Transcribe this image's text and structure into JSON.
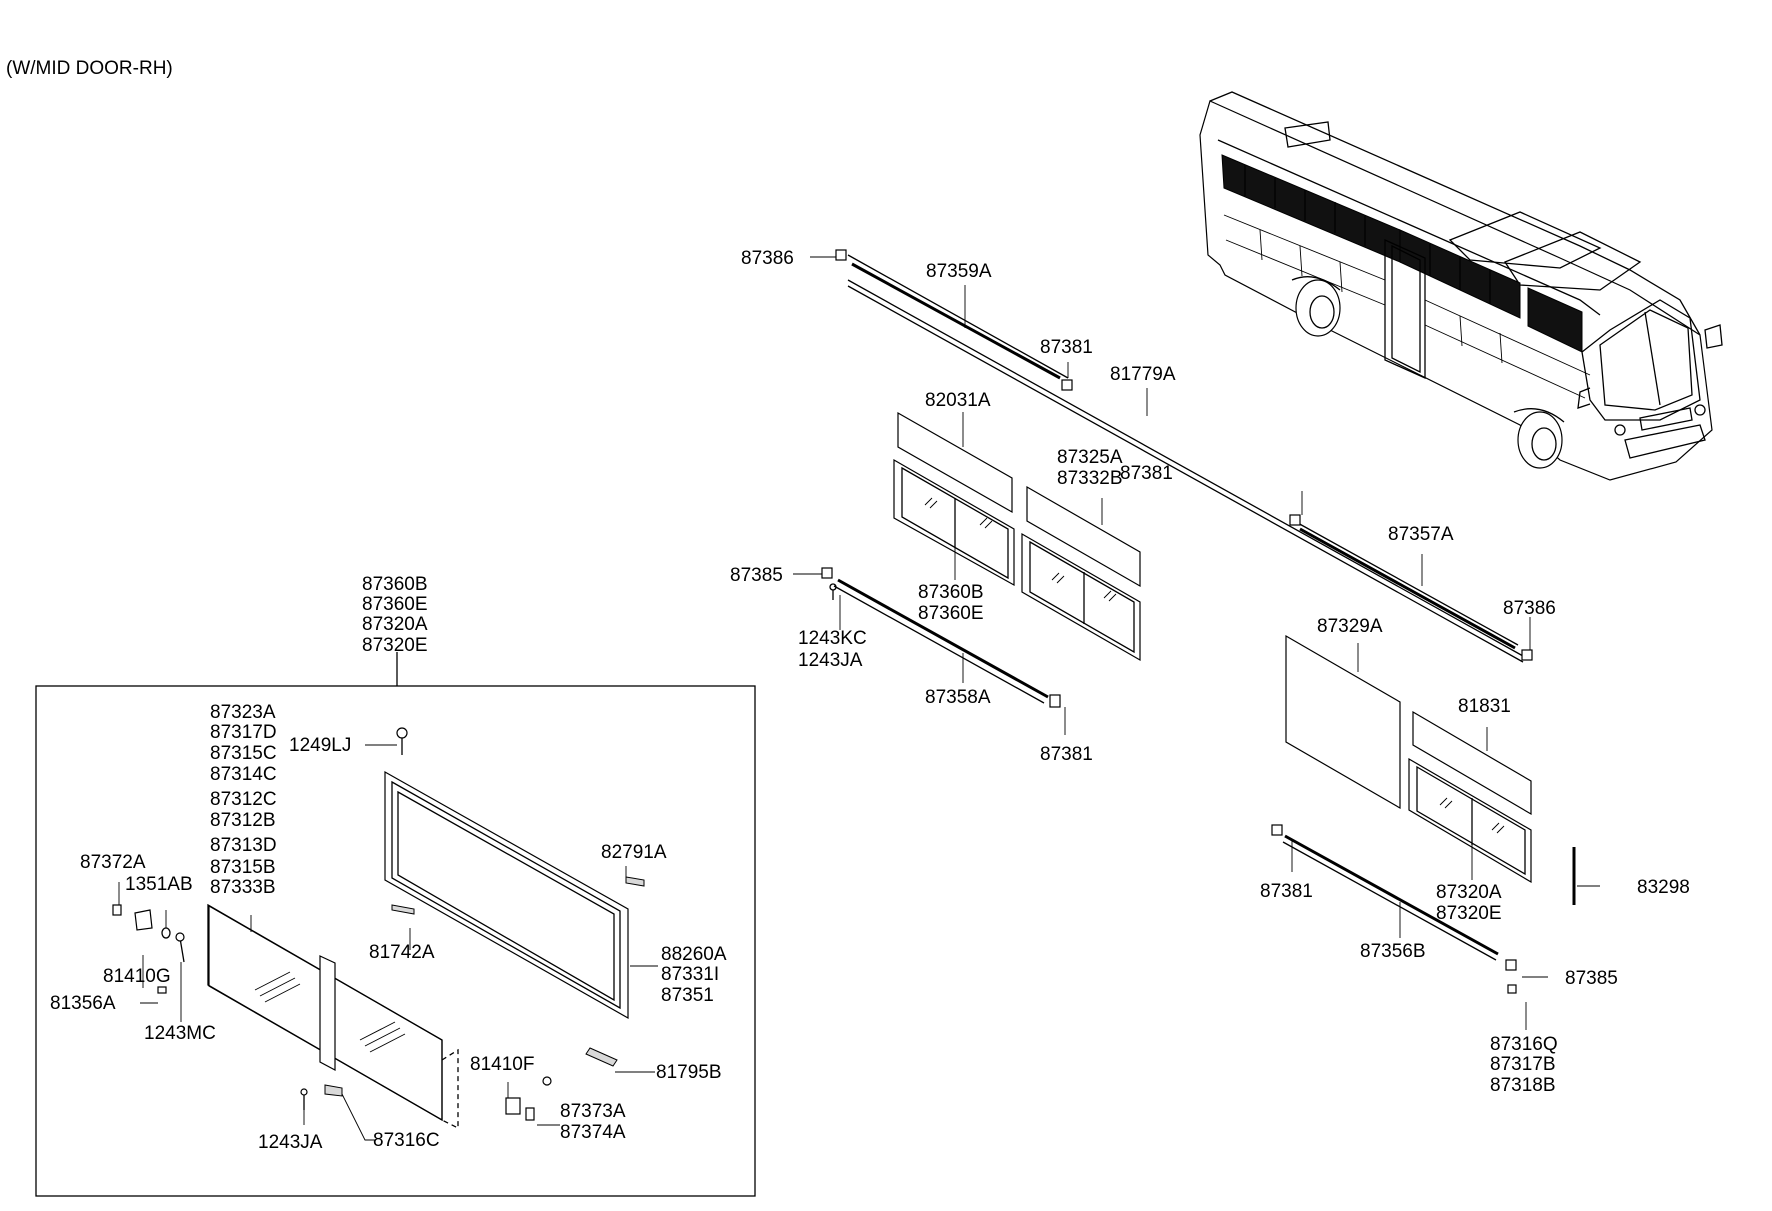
{
  "header": {
    "note": "(W/MID DOOR-RH)"
  },
  "labels": {
    "l87386a": "87386",
    "l87359A": "87359A",
    "l87381a": "87381",
    "l81779A": "81779A",
    "l82031A": "82031A",
    "l87325A": "87325A",
    "l87332B": "87332B",
    "l87381b": "87381",
    "l87357A": "87357A",
    "l87385a": "87385",
    "l87360B_mid": "87360B",
    "l87360E_mid": "87360E",
    "l1243KC": "1243KC",
    "l1243JA_mid": "1243JA",
    "l87358A": "87358A",
    "l87381c": "87381",
    "l87386b": "87386",
    "l87329A": "87329A",
    "l81831": "81831",
    "l87381d": "87381",
    "l87320A_r": "87320A",
    "l87320E_r": "87320E",
    "l83298": "83298",
    "l87356B": "87356B",
    "l87385b": "87385",
    "l87316Q": "87316Q",
    "l87317B": "87317B",
    "l87318B": "87318B",
    "l87360B_box": "87360B",
    "l87360E_box": "87360E",
    "l87320A_box": "87320A",
    "l87320E_box": "87320E",
    "l87323A": "87323A",
    "l87317D": "87317D",
    "l87315C": "87315C",
    "l87314C": "87314C",
    "l87312C": "87312C",
    "l87312B": "87312B",
    "l87313D": "87313D",
    "l87315B": "87315B",
    "l87333B": "87333B",
    "l1249LJ": "1249LJ",
    "l87372A": "87372A",
    "l1351AB": "1351AB",
    "l81410G": "81410G",
    "l81356A": "81356A",
    "l1243MC": "1243MC",
    "l82791A": "82791A",
    "l81742A": "81742A",
    "l88260A": "88260A",
    "l87331I": "87331I",
    "l87351": "87351",
    "l81410F": "81410F",
    "l81795B": "81795B",
    "l87373A": "87373A",
    "l87374A": "87374A",
    "l1243JA_box": "1243JA",
    "l87316C": "87316C"
  }
}
